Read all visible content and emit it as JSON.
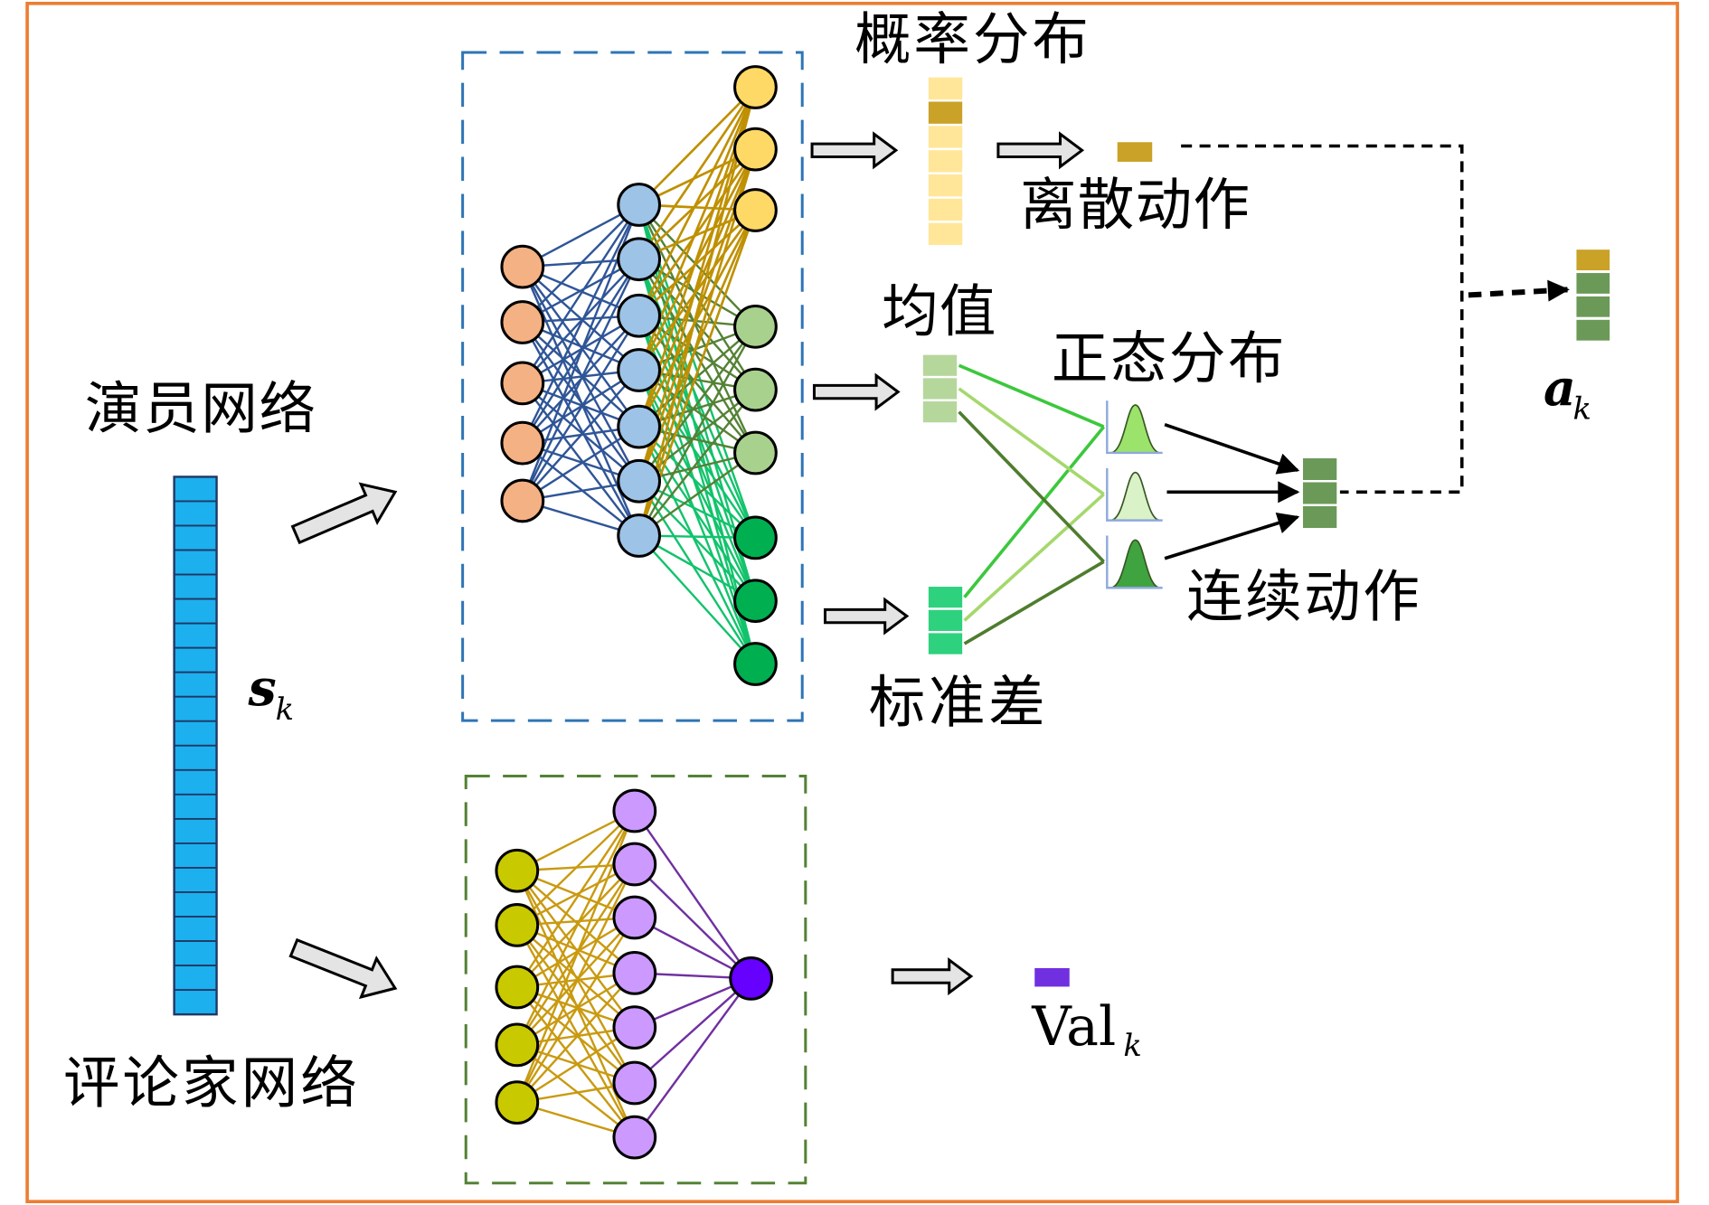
{
  "actor_network": {
    "label": "演员网络",
    "probability_distribution": {
      "label": "概率分布",
      "highlighted_cell_index": 1
    },
    "discrete_action": {
      "label": "离散动作"
    },
    "mean": {
      "label": "均值"
    },
    "normal_distribution": {
      "label": "正态分布"
    },
    "std": {
      "label": "标准差"
    },
    "continuous_action": {
      "label": "连续动作"
    }
  },
  "critic_network": {
    "label": "评论家网络",
    "value": {
      "symbol": "Val",
      "subscript": "k"
    }
  },
  "state": {
    "symbol": "s",
    "subscript": "k"
  },
  "action": {
    "symbol": "a",
    "subscript": "k"
  },
  "colors": {
    "border": "#ED7D31",
    "actor_box": "#2E75B6",
    "critic_box": "#548235",
    "state_vector": "#1CB0EE",
    "state_vector_lines": "#1F3864",
    "actor_input_node": "#F4B183",
    "actor_hidden_node": "#9DC3E6",
    "actor_output_discrete_node": "#FFD966",
    "actor_output_mean_node": "#A9D18E",
    "actor_output_std_node": "#00B050",
    "critic_input_node": "#C9C900",
    "critic_hidden_node": "#CC99FF",
    "critic_output_node": "#6600FF",
    "edge_actor_input_hidden": "#2F5597",
    "edge_actor_hidden_discrete": "#BF9000",
    "edge_actor_hidden_mean": "#548235",
    "edge_actor_hidden_std": "#12C36C",
    "edge_critic_input_hidden": "#C99A10",
    "edge_critic_hidden_output": "#7030A0",
    "probability_cell": "#FFE699",
    "probability_selected_cell": "#C9A227",
    "discrete_action": "#C9A227",
    "mean_cell": "#B5D79C",
    "std_cell": "#2ED27E",
    "continuous_action": "#6B9A58",
    "value": "#7030E0",
    "dist_curves": [
      "#9BE36B",
      "#DAF2C8",
      "#3FA33F"
    ],
    "dist_lines": [
      "#3CC83C",
      "#A5D86C",
      "#4E7D2E"
    ],
    "dist_axes": "#8EA9DB",
    "block_arrow_fill": "#E4E4E4"
  }
}
